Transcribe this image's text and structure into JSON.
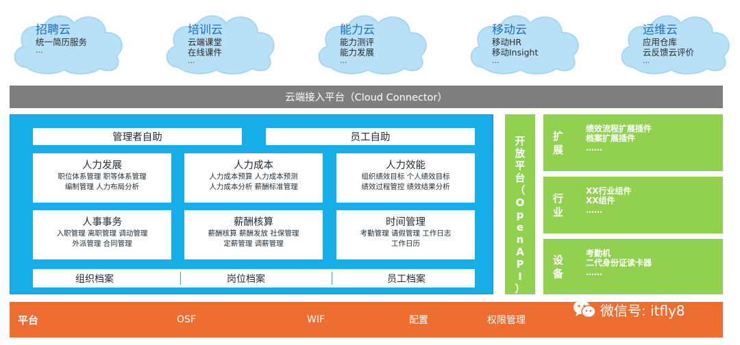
{
  "clouds": [
    {
      "title": "招聘云",
      "lines": [
        "统一简历服务"
      ],
      "more": "..."
    },
    {
      "title": "培训云",
      "lines": [
        "云端课堂",
        "在线课件"
      ],
      "more": "..."
    },
    {
      "title": "能力云",
      "lines": [
        "能力测评",
        "能力发展"
      ],
      "more": "..."
    },
    {
      "title": "移动云",
      "lines": [
        "移动HR",
        "移动Insight"
      ],
      "more": "..."
    },
    {
      "title": "运维云",
      "lines": [
        "应用仓库",
        "云反馈云评价"
      ],
      "more": "..."
    }
  ],
  "connector": "云端接入平台（Cloud Connector）",
  "main": {
    "manager_self_service": "管理者自助",
    "employee_self_service": "员工自助",
    "modules": [
      {
        "title": "人力发展",
        "lines": [
          "职位体系管理  职等体系管理",
          "编制管理  人力布局分析"
        ]
      },
      {
        "title": "人力成本",
        "lines": [
          "人力成本预算  人力成本预测",
          "人力成本分析  薪酬标准管理"
        ]
      },
      {
        "title": "人力效能",
        "lines": [
          "组织绩效目标  个人绩效目标",
          "绩效过程管控  绩效结果分析"
        ]
      },
      {
        "title": "人事事务",
        "lines": [
          "入职管理  离职管理  调动管理",
          "外派管理  合同管理"
        ]
      },
      {
        "title": "薪酬核算",
        "lines": [
          "薪酬核算  薪酬发放  社保管理",
          "定薪管理  调薪管理"
        ]
      },
      {
        "title": "时间管理",
        "lines": [
          "考勤管理  请假管理  工作日志",
          "工作日历"
        ]
      }
    ],
    "archives": [
      "组织档案",
      "岗位档案",
      "员工档案"
    ]
  },
  "open_api": [
    "开",
    "放",
    "平",
    "台",
    "（",
    "O",
    "p",
    "e",
    "n",
    "A",
    "P",
    "I",
    "）"
  ],
  "extensions": [
    {
      "label": [
        "扩",
        "展"
      ],
      "items": [
        "绩效流程扩展插件",
        "档案扩展插件",
        "……"
      ]
    },
    {
      "label": [
        "行",
        "业"
      ],
      "items": [
        "XX行业组件",
        "XX组件",
        "……"
      ]
    },
    {
      "label": [
        "设",
        "备"
      ],
      "items": [
        "考勤机",
        "二代身份证读卡器",
        "……"
      ]
    }
  ],
  "platform": {
    "label": "平台",
    "items": [
      "OSF",
      "WIF",
      "配置",
      "权限管理"
    ]
  },
  "watermark": "微信号: itfly8",
  "colors": {
    "cloud": "#b8e1f7",
    "connector": "#7f7f7f",
    "main": "#16aee8",
    "green": "#92d050",
    "platform": "#ee6e32"
  }
}
